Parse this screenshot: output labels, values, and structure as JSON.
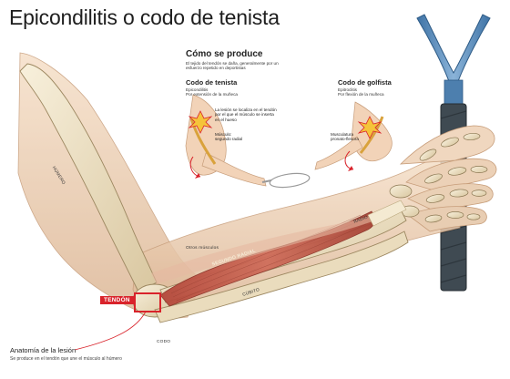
{
  "title": "Epicondilitis o codo de tenista",
  "how_panel": {
    "title": "Cómo se produce",
    "description": "El tejido del tendón se daña, generalmente por un esfuerzo repetido en deportistas",
    "tennis_elbow": {
      "title": "Codo de tenista",
      "line1": "Epicondilitis",
      "line2": "Por extensión de la muñeca",
      "note_lesion": "La lesión se localiza en el tendón por el que el músculo se inserta en el hueso",
      "note_muscle": "Músculo: segundo radial"
    },
    "golfer_elbow": {
      "title": "Codo de golfista",
      "line1": "Epitroclitis",
      "line2": "Por flexión de la muñeca",
      "note_muscle": "Musculatura pronato-flexora"
    }
  },
  "anatomy_labels": {
    "humerus": "HÚMERO",
    "other_muscles": "Otros músculos",
    "muscle_name": "SEGUNDO RADIAL",
    "radius": "RADIO",
    "ulna": "CÚBITO",
    "elbow": "CODO",
    "tendon": "TENDÓN"
  },
  "lesion": {
    "title": "Anatomía de la lesión",
    "description": "Se produce en el tendón que une el músculo al húmero"
  },
  "colors": {
    "skin": "#f1d6bd",
    "skin_shadow": "#d8b191",
    "bone": "#efe3c6",
    "muscle": "#c65f4e",
    "tendon_highlight": "#d9232b",
    "racket_frame": "#5e8fbd",
    "grip": "#3f4a52"
  }
}
